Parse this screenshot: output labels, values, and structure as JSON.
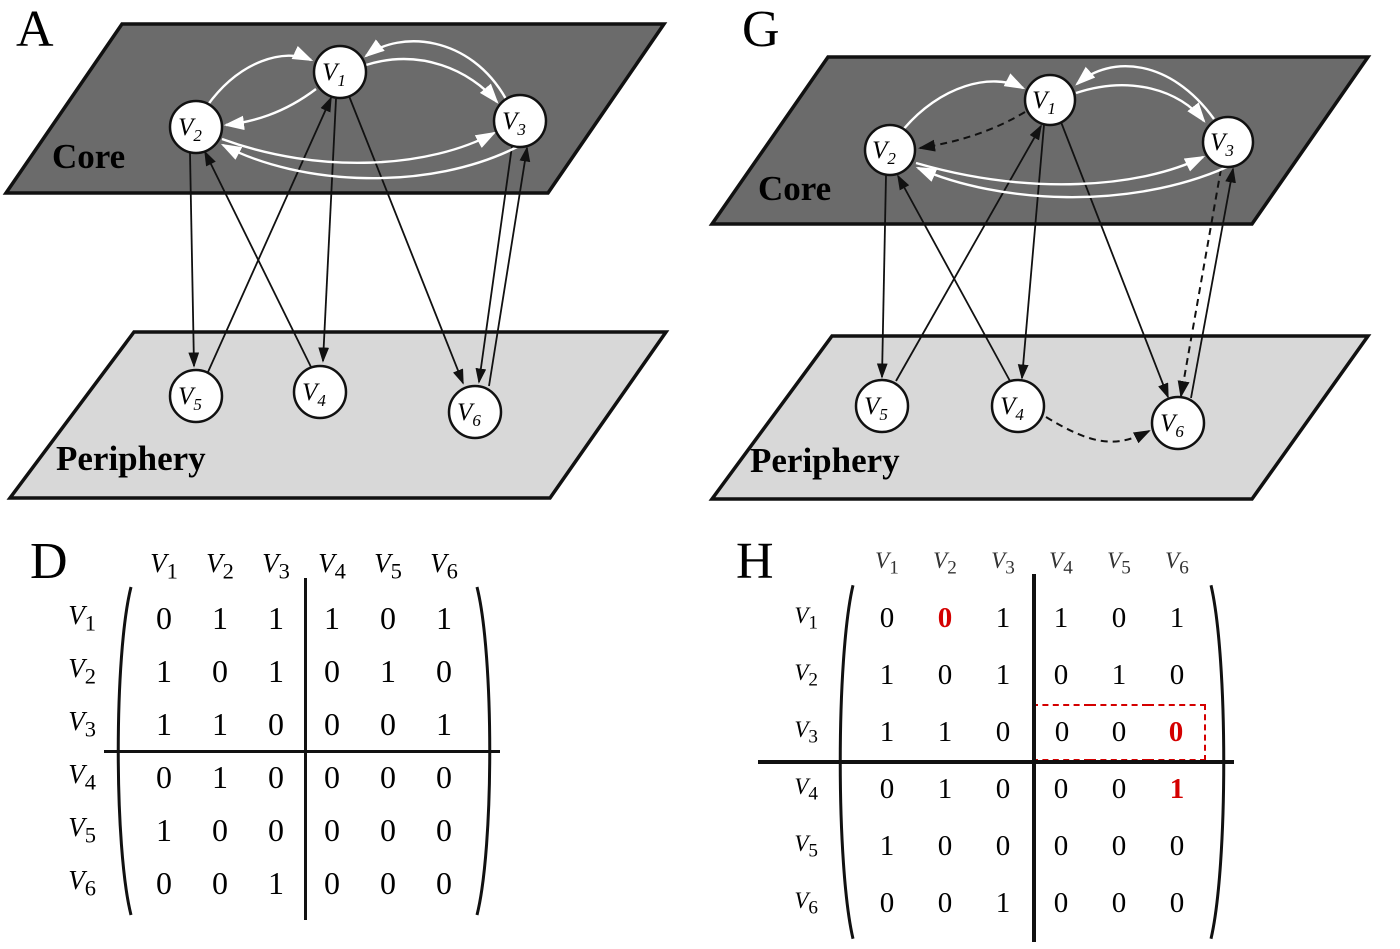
{
  "figure": {
    "panel_letters": {
      "A": "A",
      "G": "G",
      "D": "D",
      "H": "H"
    }
  },
  "planes": {
    "core": "Core",
    "periphery": "Periphery"
  },
  "nodes": [
    {
      "base": "V",
      "sub": "1"
    },
    {
      "base": "V",
      "sub": "2"
    },
    {
      "base": "V",
      "sub": "3"
    },
    {
      "base": "V",
      "sub": "4"
    },
    {
      "base": "V",
      "sub": "5"
    },
    {
      "base": "V",
      "sub": "6"
    }
  ],
  "graph_a": {
    "core_edges": [
      "V2->V1",
      "V1->V2",
      "V1->V3",
      "V3->V1",
      "V2->V3",
      "V3->V2"
    ],
    "cross_edges": [
      "V1->V4",
      "V1->V6",
      "V2->V5",
      "V5->V1",
      "V4->V2",
      "V3->V6",
      "V6->V3"
    ]
  },
  "graph_g": {
    "solid_core_edges": [
      "V2->V1",
      "V1->V3",
      "V3->V1",
      "V2->V3",
      "V3->V2"
    ],
    "solid_cross_edges": [
      "V2->V5",
      "V5->V1",
      "V4->V2",
      "V1->V4",
      "V1->V6",
      "V6->V3"
    ],
    "dashed_edges": [
      "V1->V2",
      "V3->V6",
      "V4->V6"
    ]
  },
  "matrices": {
    "D": {
      "col_headers": [
        {
          "base": "V",
          "sub": "1"
        },
        {
          "base": "V",
          "sub": "2"
        },
        {
          "base": "V",
          "sub": "3"
        },
        {
          "base": "V",
          "sub": "4"
        },
        {
          "base": "V",
          "sub": "5"
        },
        {
          "base": "V",
          "sub": "6"
        }
      ],
      "row_headers": [
        {
          "base": "V",
          "sub": "1"
        },
        {
          "base": "V",
          "sub": "2"
        },
        {
          "base": "V",
          "sub": "3"
        },
        {
          "base": "V",
          "sub": "4"
        },
        {
          "base": "V",
          "sub": "5"
        },
        {
          "base": "V",
          "sub": "6"
        }
      ],
      "rows": [
        [
          0,
          1,
          1,
          1,
          0,
          1
        ],
        [
          1,
          0,
          1,
          0,
          1,
          0
        ],
        [
          1,
          1,
          0,
          0,
          0,
          1
        ],
        [
          0,
          1,
          0,
          0,
          0,
          0
        ],
        [
          1,
          0,
          0,
          0,
          0,
          0
        ],
        [
          0,
          0,
          1,
          0,
          0,
          0
        ]
      ],
      "red_cells": [],
      "dashed_box": null
    },
    "H": {
      "col_headers": [
        {
          "base": "V",
          "sub": "1"
        },
        {
          "base": "V",
          "sub": "2"
        },
        {
          "base": "V",
          "sub": "3"
        },
        {
          "base": "V",
          "sub": "4"
        },
        {
          "base": "V",
          "sub": "5"
        },
        {
          "base": "V",
          "sub": "6"
        }
      ],
      "row_headers": [
        {
          "base": "V",
          "sub": "1"
        },
        {
          "base": "V",
          "sub": "2"
        },
        {
          "base": "V",
          "sub": "3"
        },
        {
          "base": "V",
          "sub": "4"
        },
        {
          "base": "V",
          "sub": "5"
        },
        {
          "base": "V",
          "sub": "6"
        }
      ],
      "rows": [
        [
          0,
          0,
          1,
          1,
          0,
          1
        ],
        [
          1,
          0,
          1,
          0,
          1,
          0
        ],
        [
          1,
          1,
          0,
          0,
          0,
          0
        ],
        [
          0,
          1,
          0,
          0,
          0,
          1
        ],
        [
          1,
          0,
          0,
          0,
          0,
          0
        ],
        [
          0,
          0,
          1,
          0,
          0,
          0
        ]
      ],
      "red_cells": [
        [
          0,
          1
        ],
        [
          2,
          5
        ],
        [
          3,
          5
        ]
      ],
      "dashed_box": {
        "row": 2,
        "col_start": 3,
        "col_end": 5
      }
    }
  },
  "colors": {
    "red": "#d40000",
    "core_fill": "#6b6b6b",
    "periphery_fill": "#d8d8d8"
  }
}
